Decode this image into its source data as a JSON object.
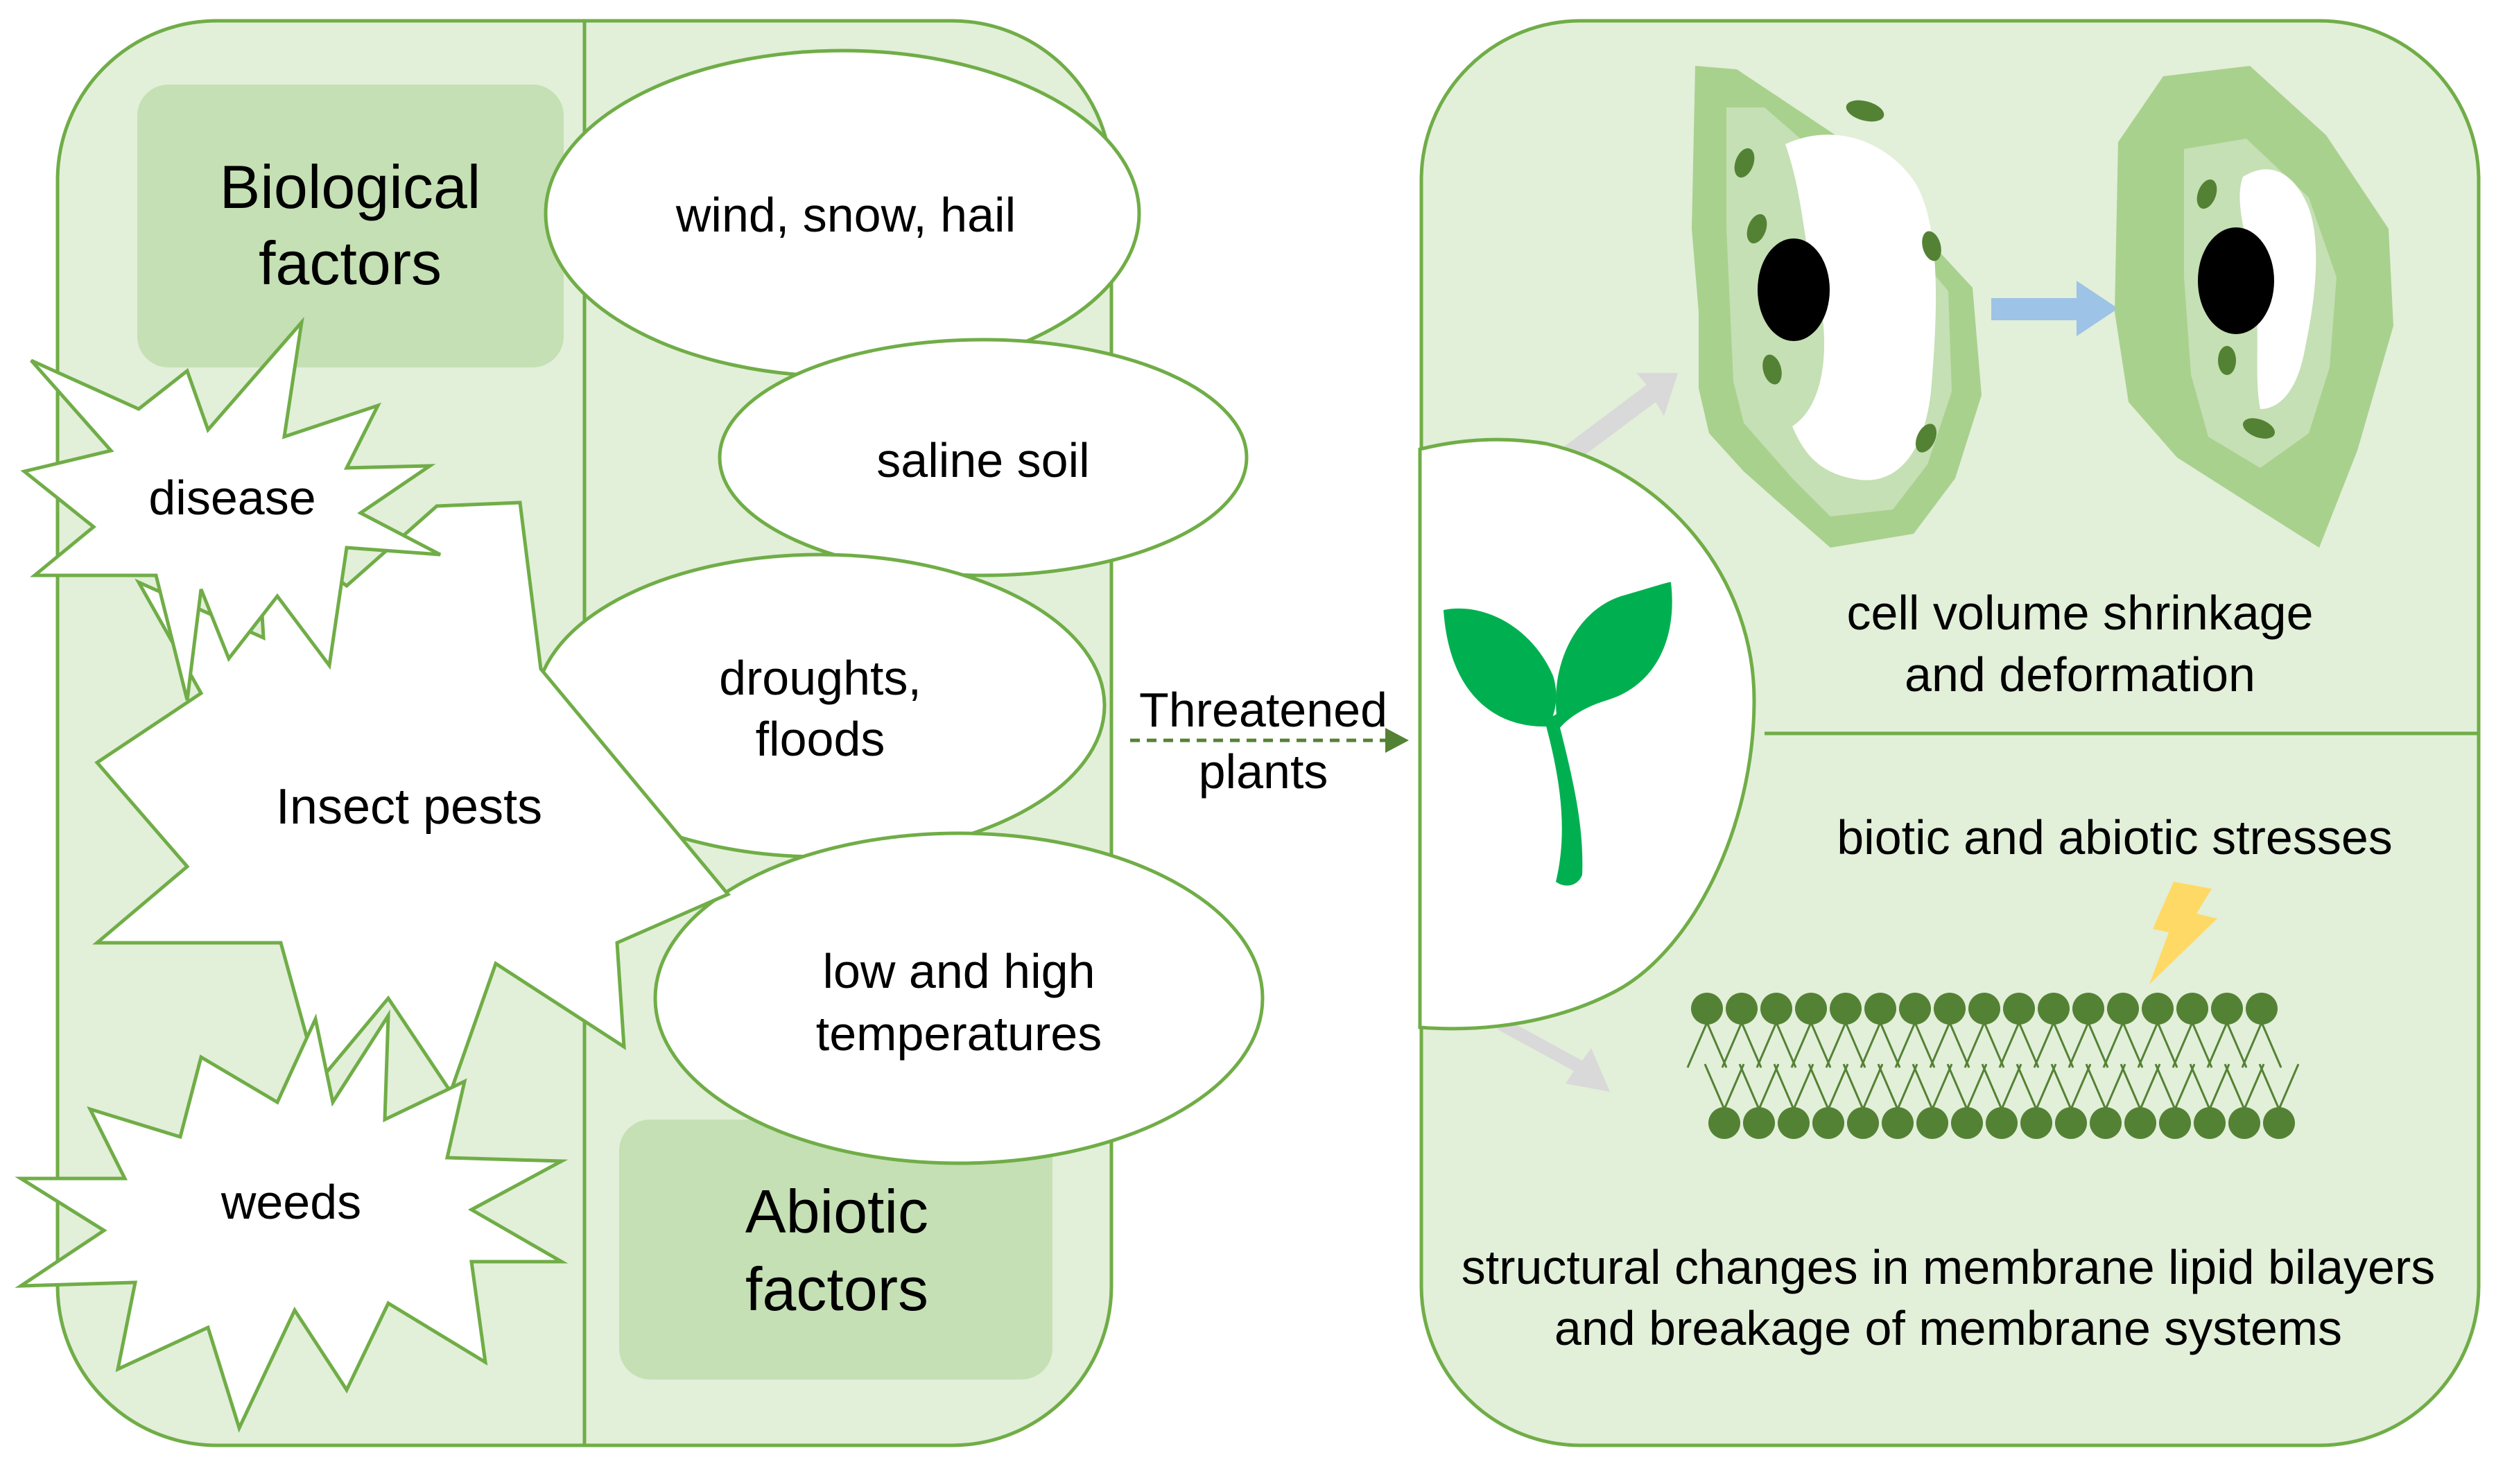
{
  "left_panel": {
    "biological_heading": [
      "Biological",
      "factors"
    ],
    "abiotic_heading": [
      "Abiotic",
      "factors"
    ],
    "biotic_items": [
      {
        "lines": [
          "disease"
        ]
      },
      {
        "lines": [
          "Insect pests"
        ]
      },
      {
        "lines": [
          "weeds"
        ]
      }
    ],
    "abiotic_items": [
      {
        "lines": [
          "wind, snow, hail"
        ]
      },
      {
        "lines": [
          "saline soil"
        ]
      },
      {
        "lines": [
          "droughts,",
          "floods"
        ]
      },
      {
        "lines": [
          "low and high",
          "temperatures"
        ]
      }
    ]
  },
  "connector": {
    "label": [
      "Threatened",
      "plants"
    ]
  },
  "right_panel": {
    "cell_caption": [
      "cell volume shrinkage",
      "and deformation"
    ],
    "stress_label": "biotic and abiotic stresses",
    "membrane_caption": [
      "structural changes in membrane lipid bilayers",
      "and breakage of membrane systems"
    ]
  },
  "colors": {
    "panel_fill": "#e2efd9",
    "panel_stroke": "#70ad47",
    "heading_box": "#c5e0b4",
    "sprout": "#00b050",
    "cell_outer": "#a9d18e",
    "cell_inner": "#c5e0b4",
    "organelle": "#548235",
    "membrane": "#548235",
    "cell_arrow": "#9dc3e6",
    "lightning": "#ffd966",
    "gray_arrow": "#d9d9d9"
  }
}
